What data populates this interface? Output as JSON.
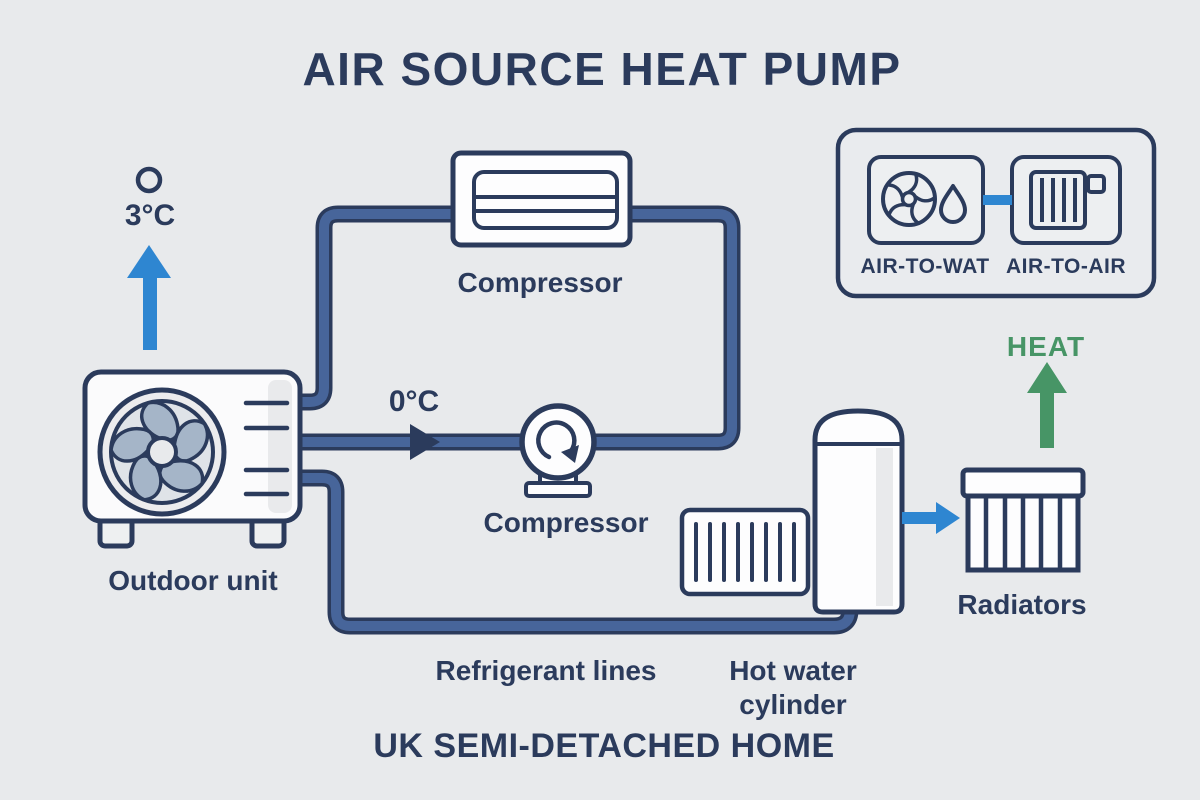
{
  "title": "AIR SOURCE HEAT PUMP",
  "footer": "UK SEMI-DETACHED HOME",
  "outdoor": {
    "ambient_temp": "3°C",
    "label": "Outdoor unit",
    "flow_temp": "0°C"
  },
  "cycle": {
    "condenser_label": "Compressor",
    "compressor_label": "Compressor",
    "lines_label": "Refrigerant lines"
  },
  "indoor": {
    "cylinder_label": "Hot water cylinder",
    "radiators_label": "Radiators",
    "heat_label": "HEAT"
  },
  "legend": {
    "items": [
      {
        "icon": "fan-droplet-icon",
        "label": "AIR-TO-WAT"
      },
      {
        "icon": "radiator-icon",
        "label": "AIR-TO-AIR"
      }
    ]
  },
  "icons": {
    "outdoor-unit-icon": "fan unit with vents",
    "condenser-icon": "boxed heat exchanger",
    "compressor-pump-icon": "circular arrow pump",
    "underfloor-radiator-icon": "finned radiator",
    "hot-water-cylinder-icon": "domed tank",
    "radiator-icon": "panel radiator",
    "up-arrow-blue-icon": "blue upward arrow",
    "up-arrow-green-icon": "green upward arrow",
    "right-arrow-blue-icon": "blue right arrow",
    "degree-circle-icon": "small circle",
    "droplet-icon": "water drop"
  },
  "colors": {
    "background": "#e8eaec",
    "navy": "#2b3b5c",
    "pipe_fill": "#47659a",
    "accent_blue": "#2e86d1",
    "accent_green": "#479566",
    "fan_blade": "#a5b5c8",
    "component_fill": "#fdfdfe"
  }
}
